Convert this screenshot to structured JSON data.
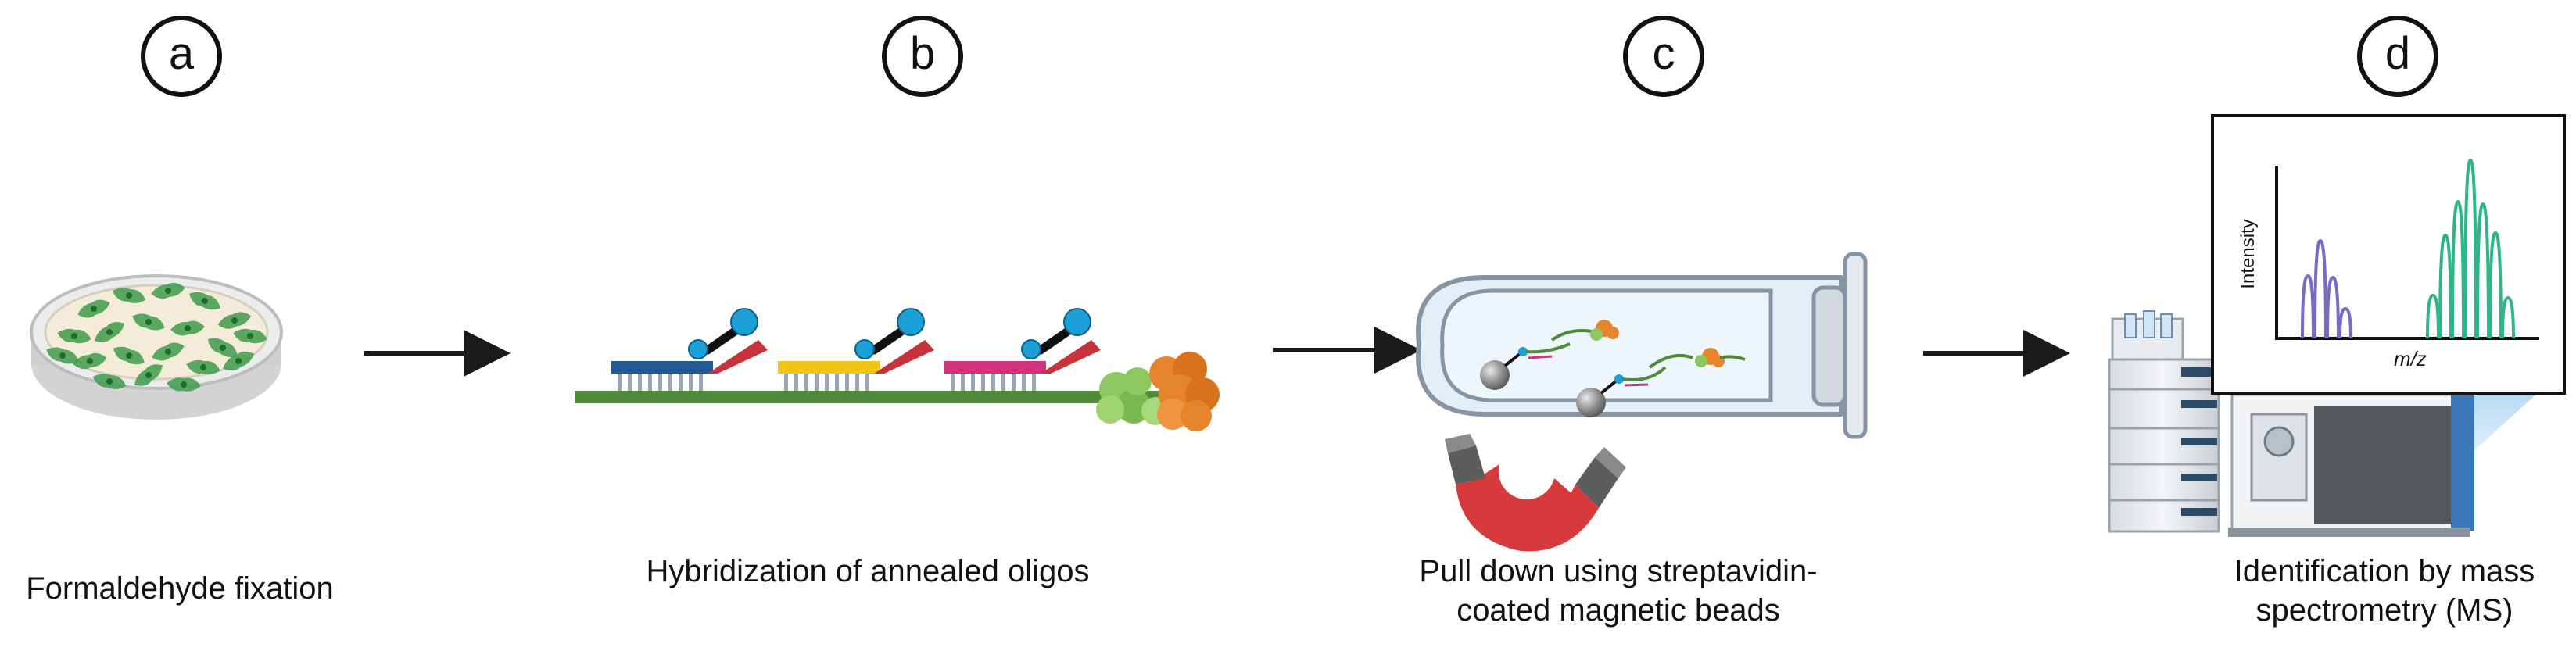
{
  "steps": [
    {
      "letter": "a",
      "caption_lines": [
        "Formaldehyde fixation"
      ]
    },
    {
      "letter": "b",
      "caption_lines": [
        "Hybridization of annealed oligos"
      ]
    },
    {
      "letter": "c",
      "caption_lines": [
        "Pull down using streptavidin-",
        "coated magnetic beads"
      ]
    },
    {
      "letter": "d",
      "caption_lines": [
        "Identification by mass",
        "spectrometry (MS)"
      ]
    }
  ],
  "spectrum": {
    "ylabel": "Intensity",
    "xlabel": "m/z",
    "purple_color": "#7b6ac4",
    "green_color": "#2fb58c"
  },
  "colors": {
    "cell_green": "#3e9b4a",
    "dish_fill": "#f4ecd9",
    "probe_blue": "#1f5b97",
    "probe_yellow": "#f2c418",
    "probe_magenta": "#d4307f",
    "probe_red": "#c8323a",
    "biotin_cyan": "#1a9fd6",
    "rna_green": "#4f8a3a",
    "protein_orange": "#e5842a",
    "protein_light_green": "#8cc85f",
    "magnet_red": "#d63a3a",
    "magnet_gray": "#5d5d5d",
    "tube_fill": "#e3eef6",
    "tube_stroke": "#8794a3"
  }
}
